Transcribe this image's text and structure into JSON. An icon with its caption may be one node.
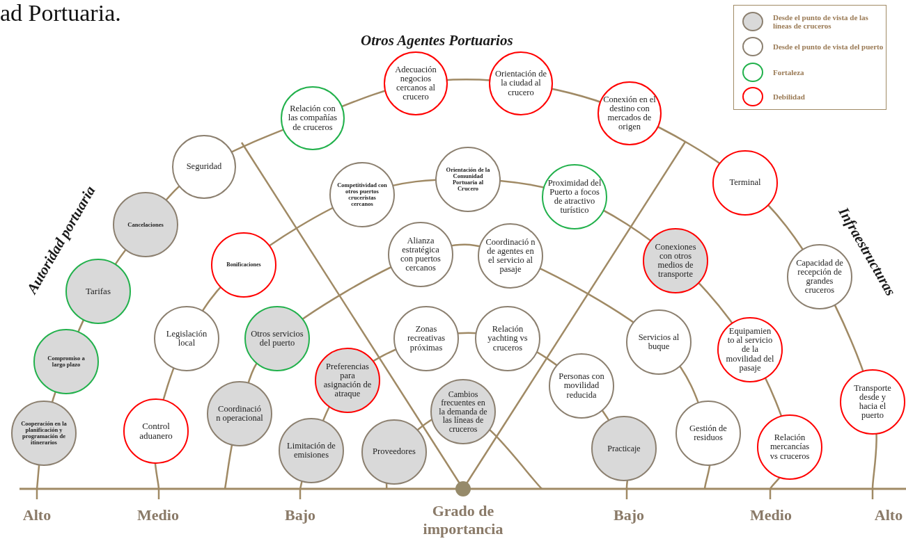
{
  "diagram": {
    "nodes": [
      {
        "text": [
          "Relación con las compañías de cruceros"
        ]
      },
      {
        "text": [
          "Adecuación negocios cercanos al crucero"
        ]
      },
      {
        "text": [
          "Orientación de la ciudad al crucero"
        ]
      },
      {
        "text": [
          "Conexión en el destino con mercados de origen"
        ]
      },
      {
        "text": [
          "Seguridad"
        ]
      },
      {
        "text": [
          "Competitividad con otros puertos cruceristas cercanos"
        ]
      },
      {
        "text": [
          "Orientación de la Comunidad Portuaria al Crucero"
        ]
      },
      {
        "text": [
          "Proximidad del Puerto a focos de atractivo turístico"
        ]
      },
      {
        "text": [
          "Terminal"
        ]
      },
      {
        "text": [
          "Cancelaciones"
        ]
      },
      {
        "text": [
          "Bonificaciones"
        ]
      },
      {
        "text": [
          "Alianza estratégica con puertos cercanos"
        ]
      },
      {
        "text": [
          "Coordinació n de agentes en el servicio al pasaje"
        ]
      },
      {
        "text": [
          "Conexiones con otros medios de transporte"
        ]
      },
      {
        "text": [
          "Capacidad de recepción de grandes cruceros"
        ]
      },
      {
        "text": [
          "Tarifas"
        ]
      },
      {
        "text": [
          "Legislación local"
        ]
      },
      {
        "text": [
          "Otros servicios del puerto"
        ]
      },
      {
        "text": [
          "Zonas recreativas próximas"
        ]
      },
      {
        "text": [
          "Relación yachting vs cruceros"
        ]
      },
      {
        "text": [
          "Servicios al buque"
        ]
      },
      {
        "text": [
          "Equipamien to al servicio de la movilidad del pasaje"
        ]
      },
      {
        "text": [
          "Compromiso a largo plazo"
        ]
      },
      {
        "text": [
          "Preferencias para asignación de atraque"
        ]
      },
      {
        "text": [
          "Personas con movilidad reducida"
        ]
      },
      {
        "text": [
          "Cambios frecuentes en la demanda de las líneas de cruceros"
        ]
      },
      {
        "text": [
          "Transporte desde y hacia el puerto"
        ]
      },
      {
        "text": [
          "Cooperación en la planificación y programación de itinerarios"
        ]
      },
      {
        "text": [
          "Control aduanero"
        ]
      },
      {
        "text": [
          "Coordinació n operacional"
        ]
      },
      {
        "text": [
          "Limitación de emisiones"
        ]
      },
      {
        "text": [
          "Proveedores"
        ]
      },
      {
        "text": [
          "Practicaje"
        ]
      },
      {
        "text": [
          "Gestión de residuos"
        ]
      },
      {
        "text": [
          "Relación mercancías vs cruceros"
        ]
      }
    ],
    "labels": [
      "ad Portuaria.",
      "Otros Agentes Portuarios",
      "Autoridad portuaria",
      "Infraestructuras",
      "Alto",
      "Medio",
      "Bajo",
      "Grado de importancia",
      "Bajo",
      "Medio",
      "Alto"
    ],
    "legend": [
      {
        "text": "Desde el punto de vista de las líneas de cruceros"
      },
      {
        "text": "Desde el punto de vista del puerto"
      },
      {
        "text": "Fortaleza",
        "color": "#22b14c"
      },
      {
        "text": "Debilidad",
        "color": "#ff0000"
      }
    ]
  }
}
